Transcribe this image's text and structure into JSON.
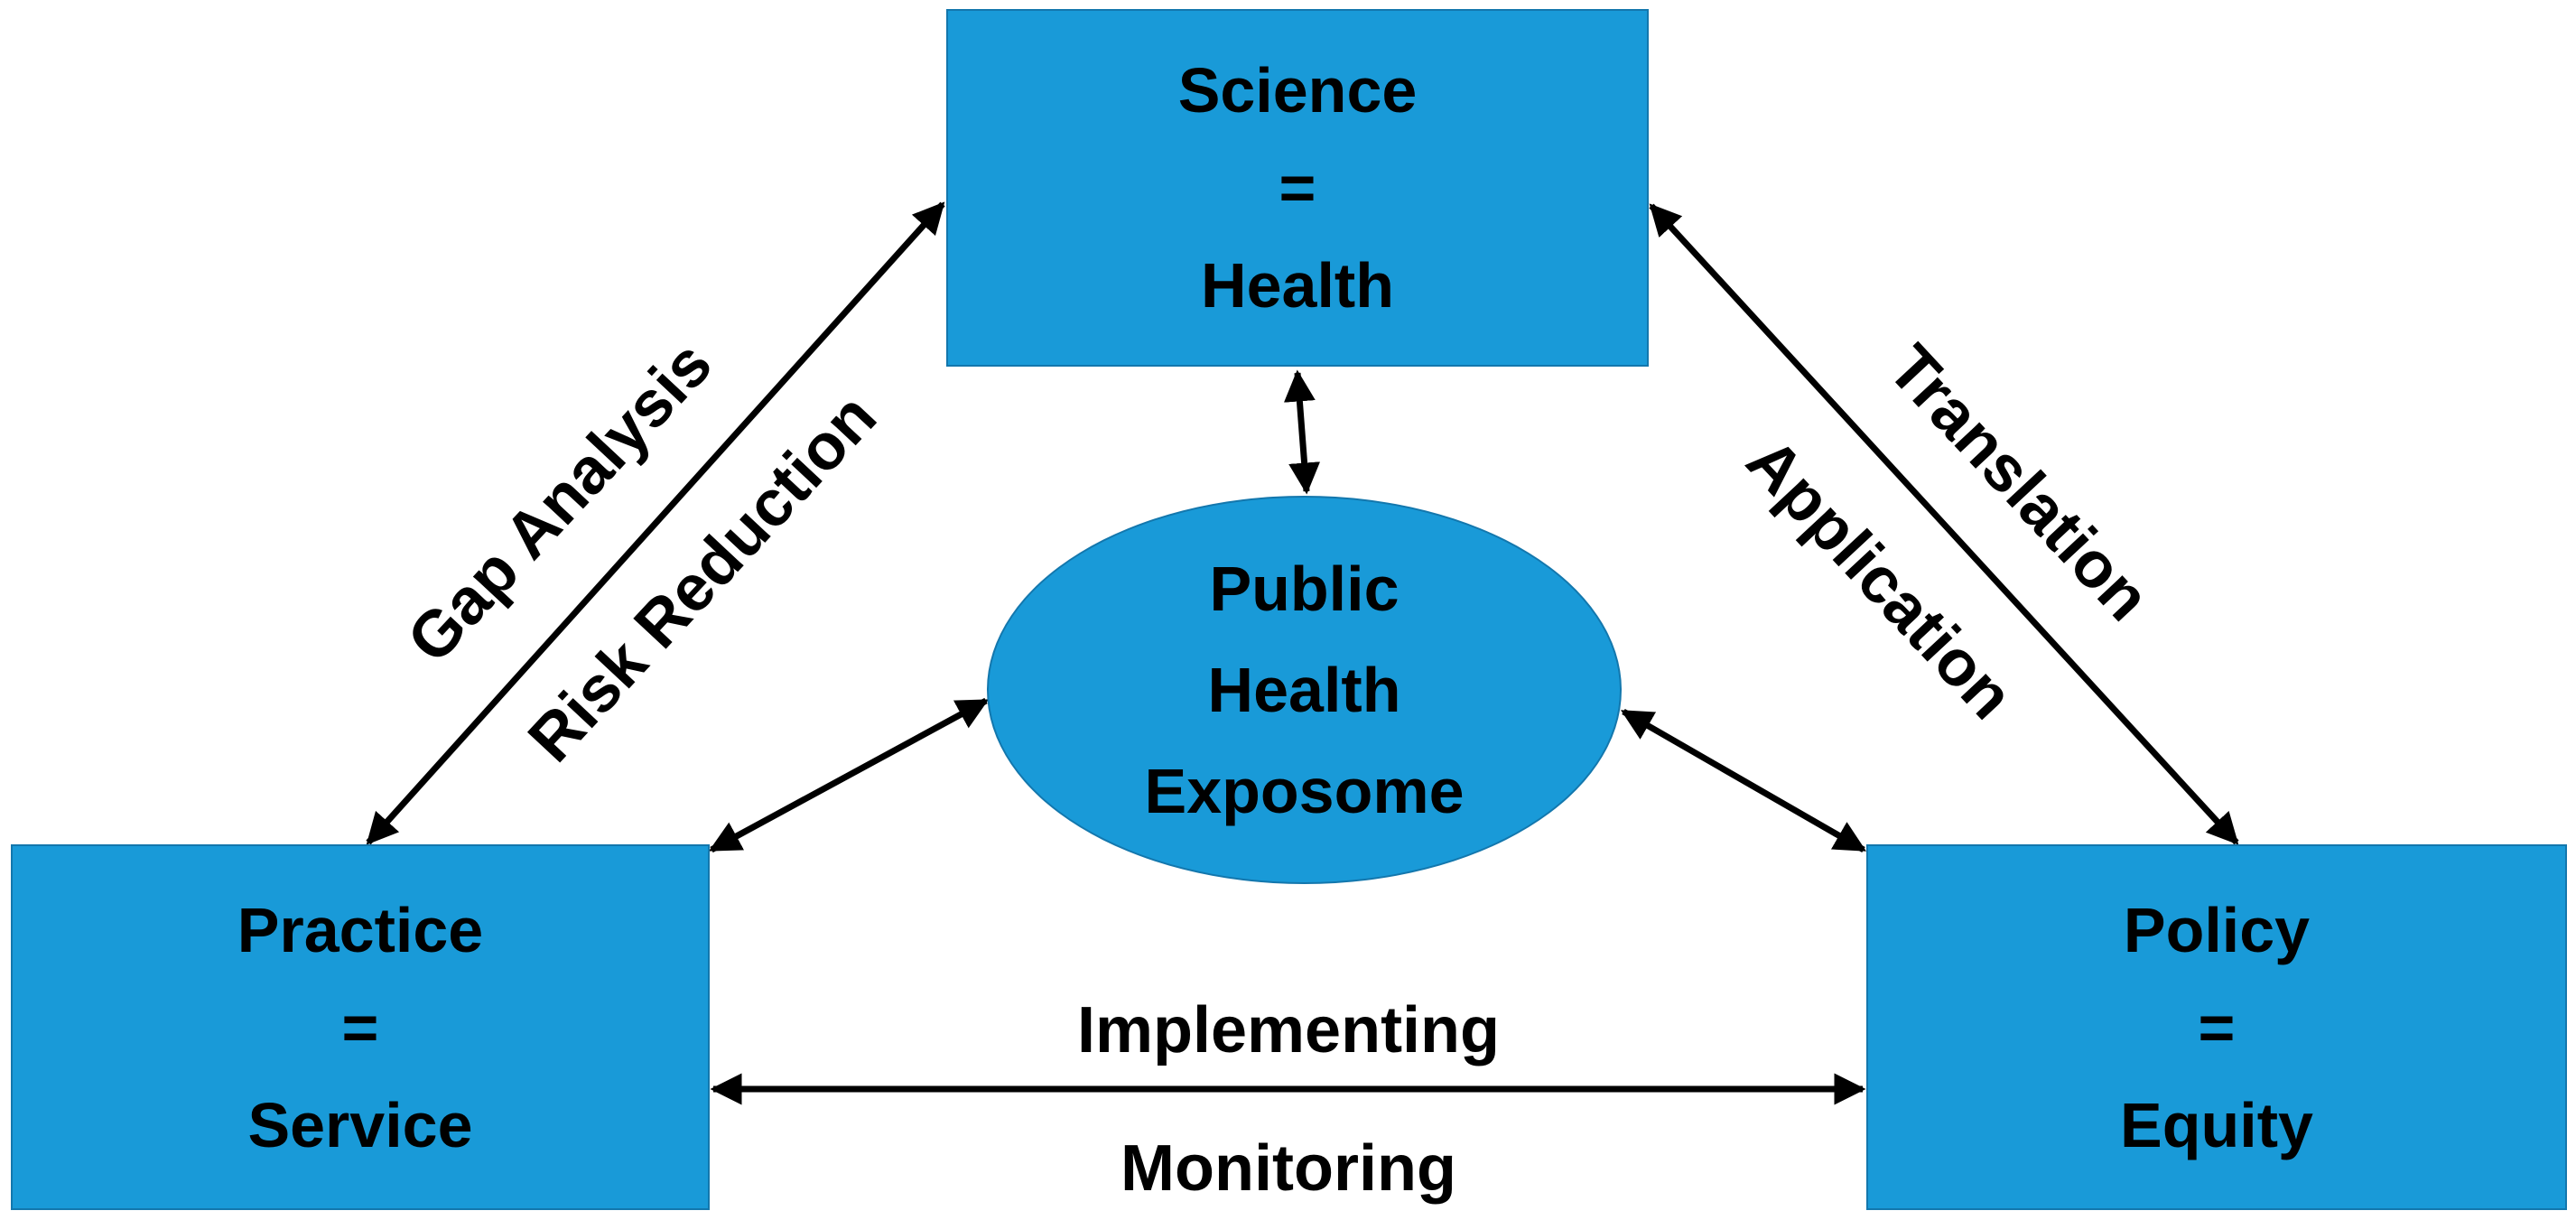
{
  "nodes": {
    "science": {
      "line1": "Science",
      "line2": "=",
      "line3": "Health"
    },
    "practice": {
      "line1": "Practice",
      "line2": "=",
      "line3": "Service"
    },
    "policy": {
      "line1": "Policy",
      "line2": "=",
      "line3": "Equity"
    },
    "exposome": {
      "line1": "Public",
      "line2": "Health",
      "line3": "Exposome"
    }
  },
  "edges": {
    "science_practice": {
      "outer_label": "Gap Analysis",
      "inner_label": "Risk Reduction"
    },
    "science_policy": {
      "outer_label": "Translation",
      "inner_label": "Application"
    },
    "practice_policy": {
      "top_label": "Implementing",
      "bottom_label": "Monitoring"
    }
  },
  "colors": {
    "box_fill": "#199ad8",
    "box_border": "#1377ad",
    "arrow": "#000000",
    "text": "#000000"
  }
}
